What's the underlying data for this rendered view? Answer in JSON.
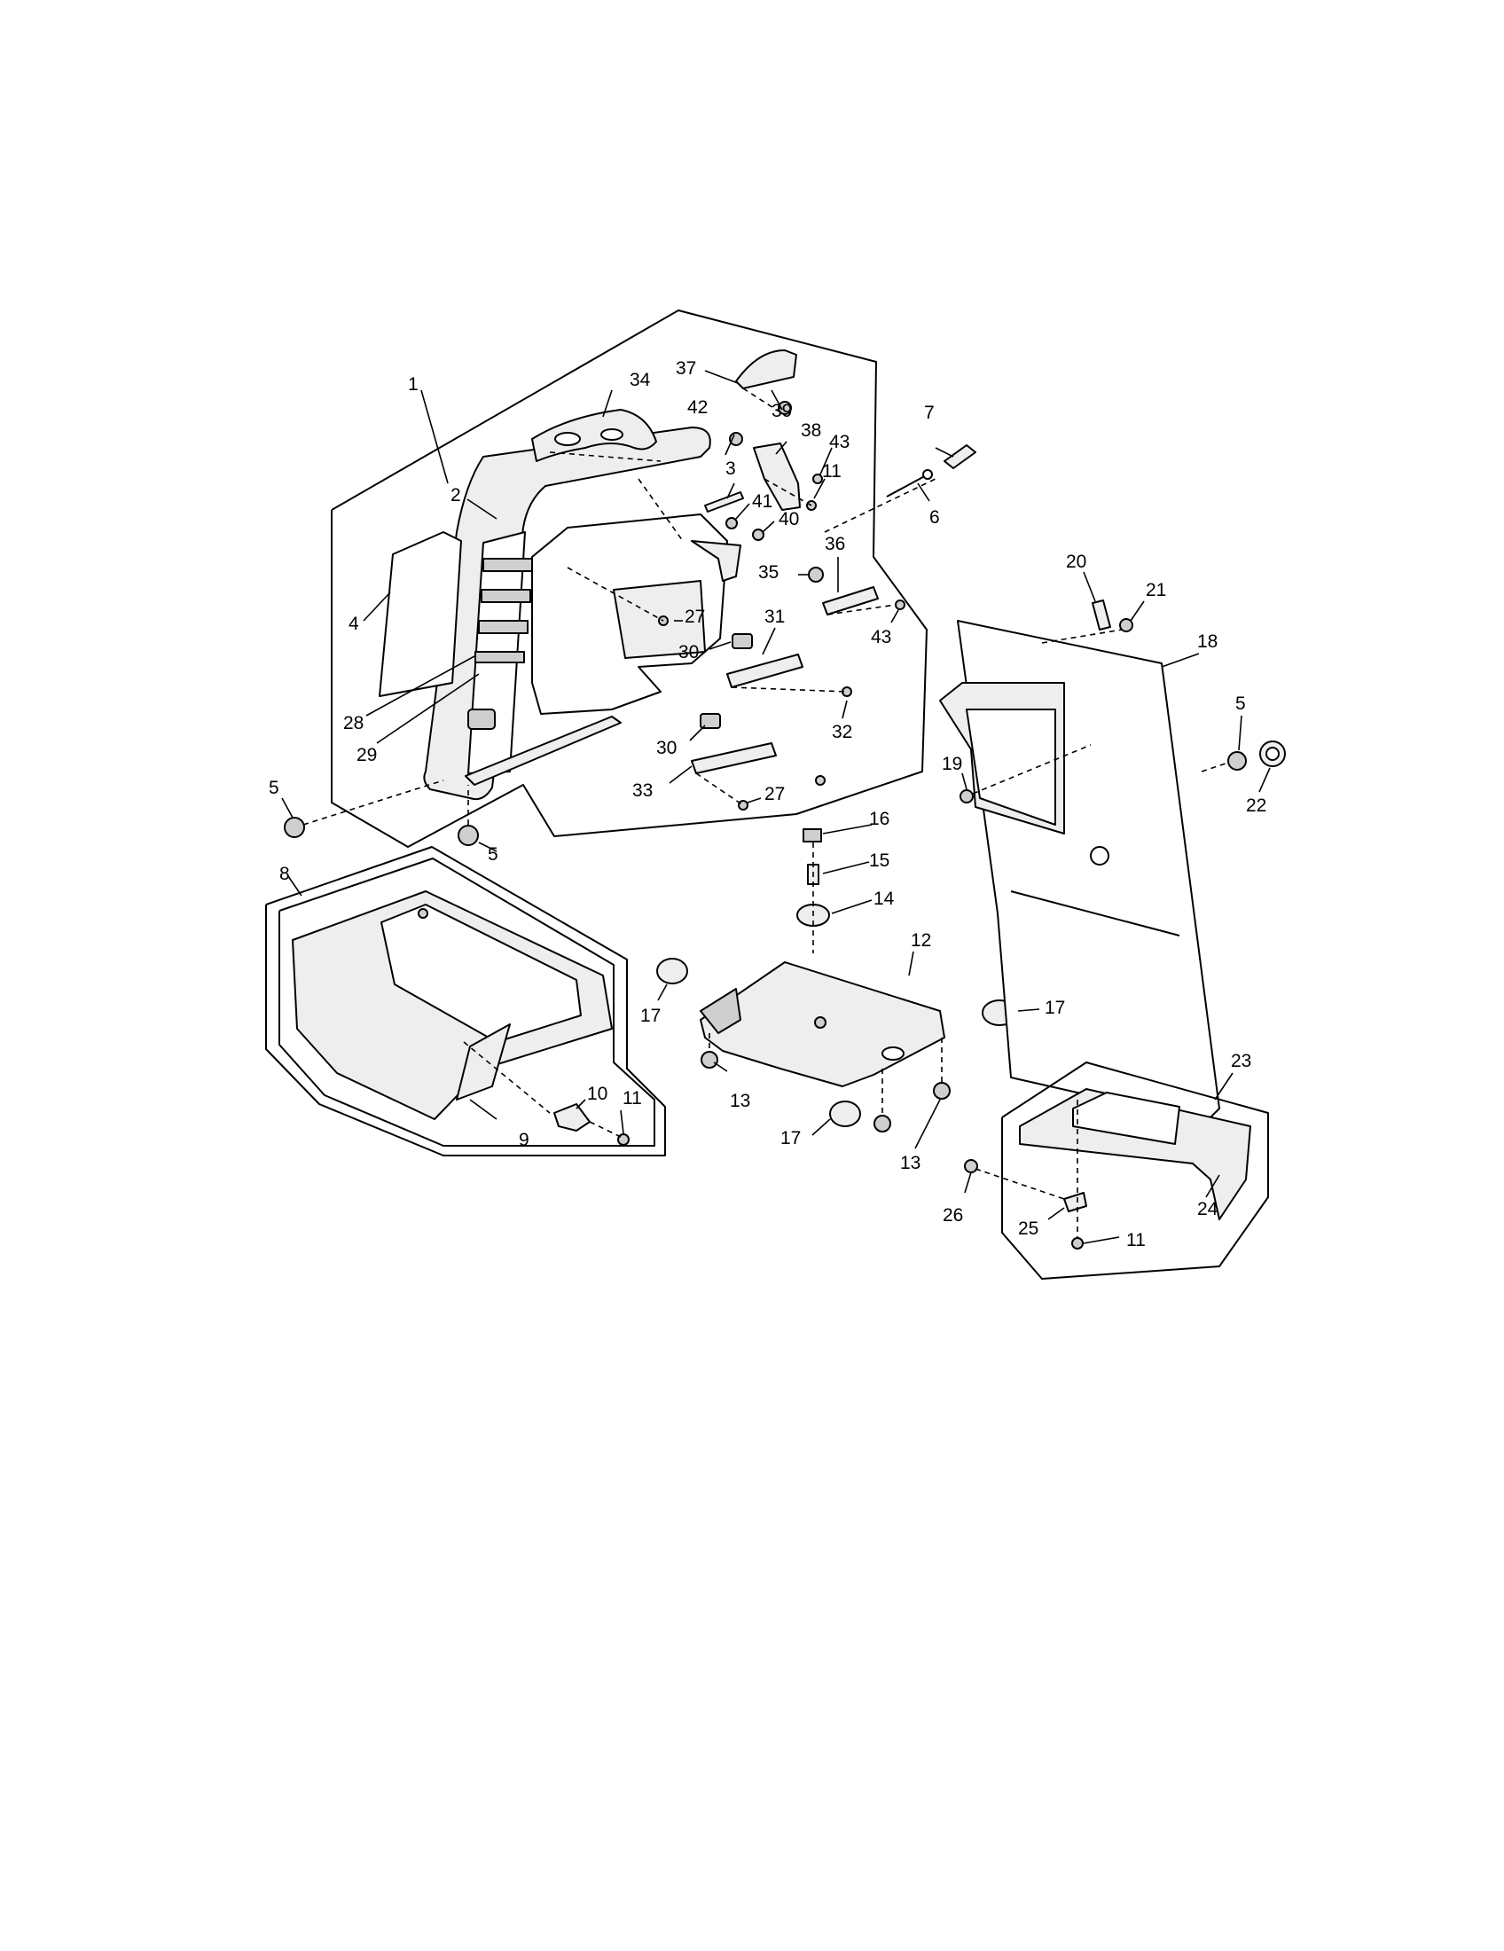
{
  "callouts": {
    "c1": "1",
    "c2": "2",
    "c3": "3",
    "c4": "4",
    "c5a": "5",
    "c5b": "5",
    "c5c": "5",
    "c6": "6",
    "c7": "7",
    "c8": "8",
    "c9": "9",
    "c10": "10",
    "c11a": "11",
    "c11b": "11",
    "c11c": "11",
    "c12": "12",
    "c13a": "13",
    "c13b": "13",
    "c14": "14",
    "c15": "15",
    "c16": "16",
    "c17a": "17",
    "c17b": "17",
    "c17c": "17",
    "c18": "18",
    "c19": "19",
    "c20": "20",
    "c21": "21",
    "c22": "22",
    "c23": "23",
    "c24": "24",
    "c25": "25",
    "c26": "26",
    "c27a": "27",
    "c27b": "27",
    "c28": "28",
    "c29": "29",
    "c30a": "30",
    "c30b": "30",
    "c31": "31",
    "c32": "32",
    "c33": "33",
    "c34": "34",
    "c35": "35",
    "c36": "36",
    "c37": "37",
    "c38": "38",
    "c39": "39",
    "c40": "40",
    "c41": "41",
    "c42": "42",
    "c43a": "43",
    "c43b": "43"
  }
}
